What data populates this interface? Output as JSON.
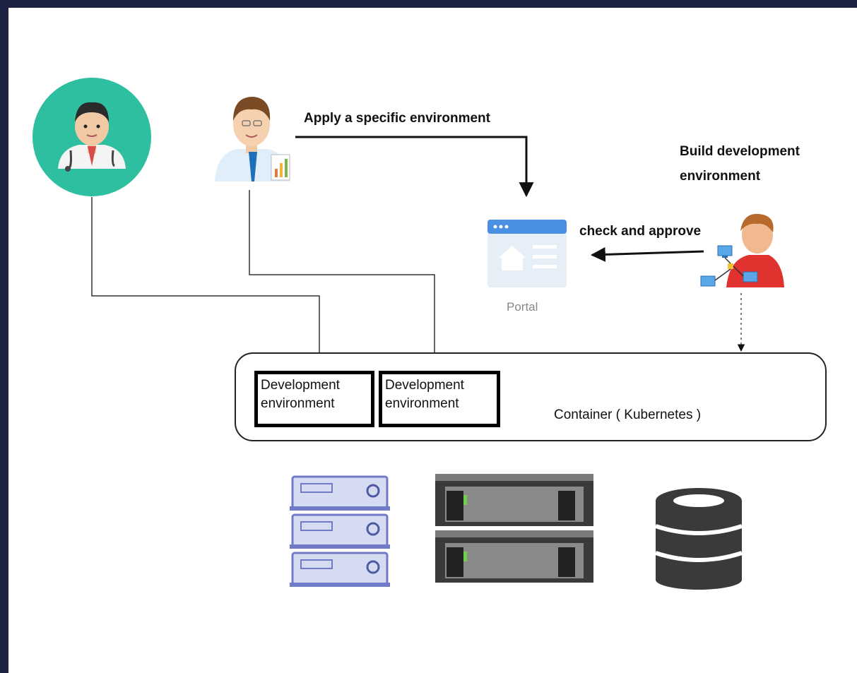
{
  "labels": {
    "apply": "Apply a specific environment",
    "build_line1": "Build development",
    "build_line2": "environment",
    "check": "check and approve",
    "portal": "Portal",
    "container": "Container ( Kubernetes )",
    "dev_env_1": [
      "Development",
      "environment"
    ],
    "dev_env_2": [
      "Development",
      "environment"
    ]
  },
  "icons": {
    "actor_1": "doctor-icon",
    "actor_2": "businessman-icon",
    "actor_3": "network-admin-icon",
    "portal": "portal-page-icon",
    "hardware": [
      "server-rack-icon",
      "blade-server-icon",
      "database-icon"
    ]
  },
  "colors": {
    "frame": "#1c2242",
    "doctor_circle": "#2dbf9f",
    "portal_bar": "#4a90e2",
    "arrows": "#111111"
  }
}
